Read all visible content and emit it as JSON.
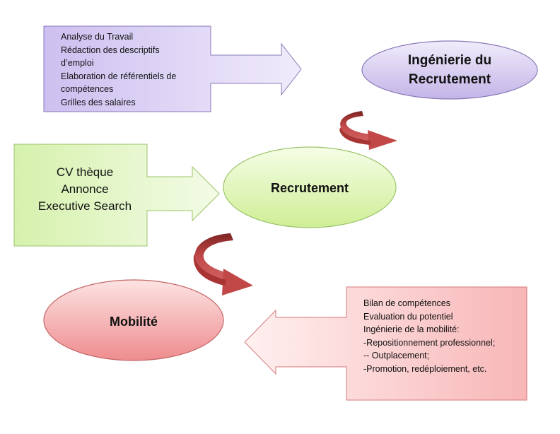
{
  "nodes": {
    "ingenierie": {
      "label_lines": [
        "Ingénierie du",
        "Recrutement"
      ],
      "fill": "#d2c6ee"
    },
    "recrutement": {
      "label": "Recrutement",
      "fill": "#ddf5b3"
    },
    "mobilite": {
      "label": "Mobilité",
      "fill": "#f6a5a7"
    }
  },
  "callouts": {
    "ingenierie": {
      "lines": [
        "Analyse du Travail",
        "Rédaction des descriptifs",
        "d’emploi",
        "Elaboration de référentiels de",
        "compétences",
        "Grilles des salaires"
      ],
      "fill": "#d9cff2",
      "stroke": "#8a7ab8"
    },
    "recrutement": {
      "lines": [
        "CV thèque",
        "Annonce",
        "Executive Search"
      ],
      "fill": "#e2f5c6",
      "stroke": "#9bc46a"
    },
    "mobilite": {
      "lines": [
        "Bilan de compétences",
        "Evaluation du potentiel",
        "Ingénierie de la mobilité:",
        "-Repositionnement professionnel;",
        "-- Outplacement;",
        "-Promotion, redéploiement, etc."
      ],
      "fill": "#fbc9ca",
      "stroke": "#d47a7c"
    }
  },
  "cycle_arrow_color": "#b43a3a"
}
